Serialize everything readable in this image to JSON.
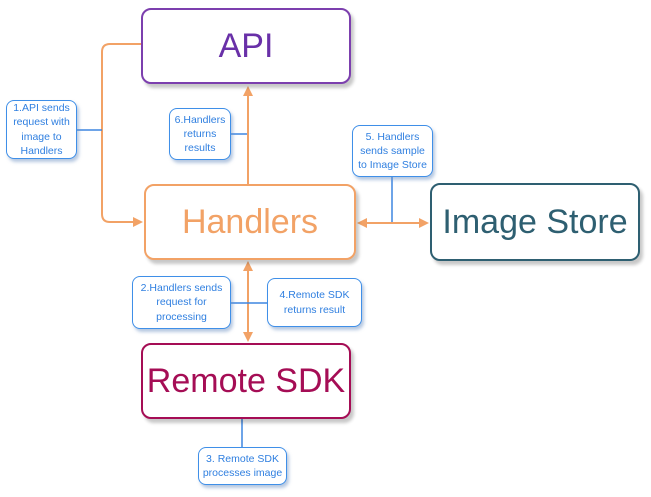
{
  "colors": {
    "background": "#ffffff",
    "orange": "#F2A266",
    "blue_border": "#3F8FE8",
    "blue_text": "#2F7FE0",
    "blue_wire": "#3E86E0",
    "purple": "#7C3FAE",
    "purple_text": "#6930A8",
    "teal": "#2E5F71",
    "crimson": "#A50D55"
  },
  "nodes": {
    "api": {
      "label": "API"
    },
    "handlers": {
      "label": "Handlers"
    },
    "image_store": {
      "label": "Image Store"
    },
    "remote_sdk": {
      "label": "Remote SDK"
    }
  },
  "steps": {
    "step1": {
      "label": "1.API sends request with image to Handlers"
    },
    "step2": {
      "label": "2.Handlers sends request for processing"
    },
    "step3": {
      "label": "3. Remote SDK processes image"
    },
    "step4": {
      "label": "4.Remote SDK returns result"
    },
    "step5": {
      "label": "5. Handlers sends sample to Image Store"
    },
    "step6": {
      "label": "6.Handlers returns results"
    }
  }
}
